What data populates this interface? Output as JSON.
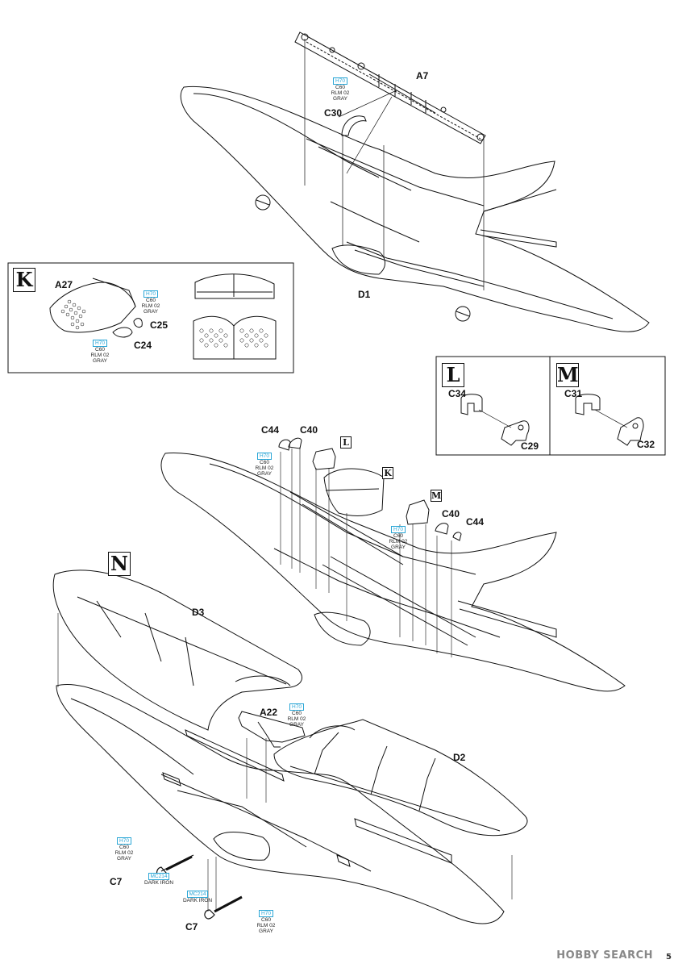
{
  "labels": {
    "a7": "A7",
    "c30": "C30",
    "d1": "D1",
    "a27": "A27",
    "c25": "C25",
    "c24": "C24",
    "c34": "C34",
    "c29": "C29",
    "c31": "C31",
    "c32": "C32",
    "c44_top": "C44",
    "c40_top": "C40",
    "c40_mid": "C40",
    "c44_mid": "C44",
    "d3": "D3",
    "a22": "A22",
    "d2": "D2",
    "c7_a": "C7",
    "c7_b": "C7"
  },
  "boxes": {
    "k": "K",
    "l": "L",
    "m": "M",
    "n": "N",
    "l_small": "L",
    "k_small": "K",
    "m_small": "M"
  },
  "paints": {
    "p1": {
      "code": "H70",
      "line1": "C60",
      "line2": "RLM 02",
      "line3": "GRAY"
    },
    "p2": {
      "code": "H70",
      "line1": "C60",
      "line2": "RLM 02",
      "line3": "GRAY"
    },
    "p3": {
      "code": "H70",
      "line1": "C60",
      "line2": "RLM 02",
      "line3": "GRAY"
    },
    "p4": {
      "code": "H70",
      "line1": "C60",
      "line2": "RLM 02",
      "line3": "GRAY"
    },
    "p5": {
      "code": "H70",
      "line1": "C60",
      "line2": "RLM 02",
      "line3": "GRAY"
    },
    "p6": {
      "code": "H70",
      "line1": "C60",
      "line2": "RLM 02",
      "line3": "GRAY"
    },
    "p7": {
      "code": "H70",
      "line1": "C60",
      "line2": "RLM 02",
      "line3": "GRAY"
    },
    "p8": {
      "code": "MC214",
      "line1": "DARK IRON"
    },
    "p9": {
      "code": "MC214",
      "line1": "DARK IRON"
    },
    "p10": {
      "code": "H70",
      "line1": "C60",
      "line2": "RLM 02",
      "line3": "GRAY"
    }
  },
  "watermark": "HOBBY SEARCH",
  "page_number": "5",
  "colors": {
    "ink": "#111111",
    "paint_code": "#2aa6d6",
    "paper": "#ffffff",
    "watermark": "#888888"
  }
}
